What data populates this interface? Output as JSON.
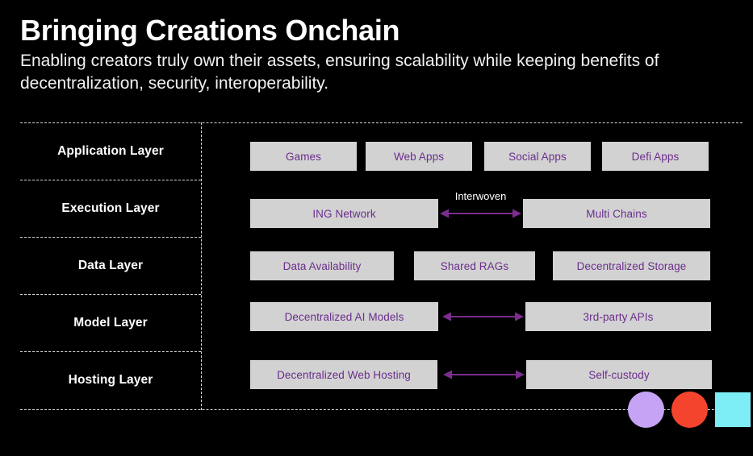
{
  "header": {
    "title": "Bringing Creations Onchain",
    "subtitle": "Enabling creators truly own their assets, ensuring scalability while keeping benefits of decentralization, security, interoperability."
  },
  "diagram": {
    "layers": [
      {
        "name": "Application Layer",
        "nodes": [
          "Games",
          "Web Apps",
          "Social Apps",
          "Defi Apps"
        ],
        "arrow": false
      },
      {
        "name": "Execution Layer",
        "nodes": [
          "ING Network",
          "Multi Chains"
        ],
        "arrow": true,
        "arrow_caption": "Interwoven"
      },
      {
        "name": "Data Layer",
        "nodes": [
          "Data Availability",
          "Shared RAGs",
          "Decentralized Storage"
        ],
        "arrow": false
      },
      {
        "name": "Model Layer",
        "nodes": [
          "Decentralized AI Models",
          "3rd-party APIs"
        ],
        "arrow": true,
        "arrow_caption": ""
      },
      {
        "name": "Hosting Layer",
        "nodes": [
          "Decentralized Web Hosting",
          "Self-custody"
        ],
        "arrow": true,
        "arrow_caption": ""
      }
    ]
  },
  "colors": {
    "background": "#000000",
    "box_fill": "#d2d2d2",
    "box_text": "#6b2d8c",
    "arrow": "#7b2d8e",
    "divider": "#d8d8d8",
    "deco_purple": "#c6a3f5",
    "deco_orange": "#f4442e",
    "deco_cyan": "#7dedf5"
  },
  "decorations": [
    {
      "shape": "circle",
      "color": "#c6a3f5"
    },
    {
      "shape": "circle",
      "color": "#f4442e"
    },
    {
      "shape": "square",
      "color": "#7dedf5"
    }
  ]
}
